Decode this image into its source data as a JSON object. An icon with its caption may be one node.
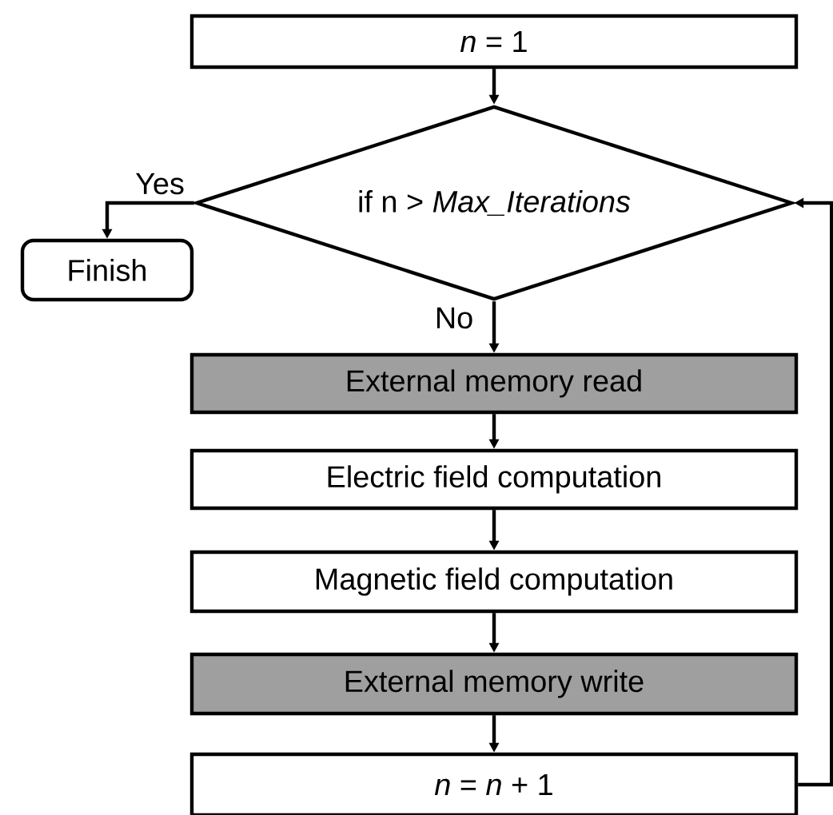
{
  "diagram": {
    "nodes": [
      {
        "text": [
          "*n* = 1"
        ]
      },
      {
        "text": [
          "if n > *Max_Iterations*"
        ]
      },
      {
        "text": [
          "Finish"
        ]
      },
      {
        "text": [
          "External memory read"
        ]
      },
      {
        "text": [
          "Electric field computation"
        ]
      },
      {
        "text": [
          "Magnetic field computation"
        ]
      },
      {
        "text": [
          "External memory write"
        ]
      },
      {
        "text": [
          "*n* = *n* + 1"
        ]
      }
    ],
    "edges": [
      {
        "from": 0,
        "to": 1,
        "arrow": "to"
      },
      {
        "from": 1,
        "to": 2,
        "arrow": "to",
        "label": "Yes"
      },
      {
        "from": 1,
        "to": 3,
        "arrow": "to",
        "label": "No"
      },
      {
        "from": 3,
        "to": 4,
        "arrow": "to"
      },
      {
        "from": 4,
        "to": 5,
        "arrow": "to"
      },
      {
        "from": 5,
        "to": 6,
        "arrow": "to"
      },
      {
        "from": 6,
        "to": 7,
        "arrow": "to"
      },
      {
        "from": 7,
        "to": 1,
        "arrow": "to"
      }
    ]
  }
}
